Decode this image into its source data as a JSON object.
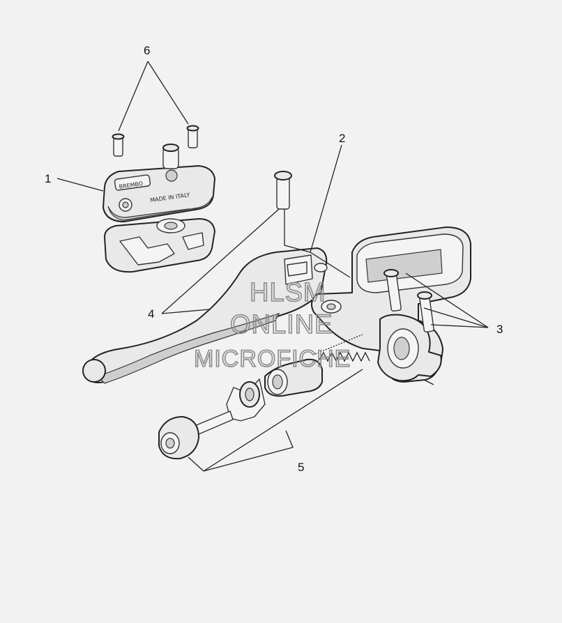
{
  "callouts": [
    {
      "id": "c1",
      "text": "1"
    },
    {
      "id": "c2",
      "text": "2"
    },
    {
      "id": "c3",
      "text": "3"
    },
    {
      "id": "c4",
      "text": "4"
    },
    {
      "id": "c5",
      "text": "5"
    },
    {
      "id": "c6",
      "text": "6"
    }
  ],
  "watermark": {
    "line1": "HLSM",
    "line2": "ONLINE",
    "line3": "MICROFICHE"
  },
  "cap_logo": {
    "brand": "BREMBO",
    "line": "MADE IN ITALY"
  }
}
